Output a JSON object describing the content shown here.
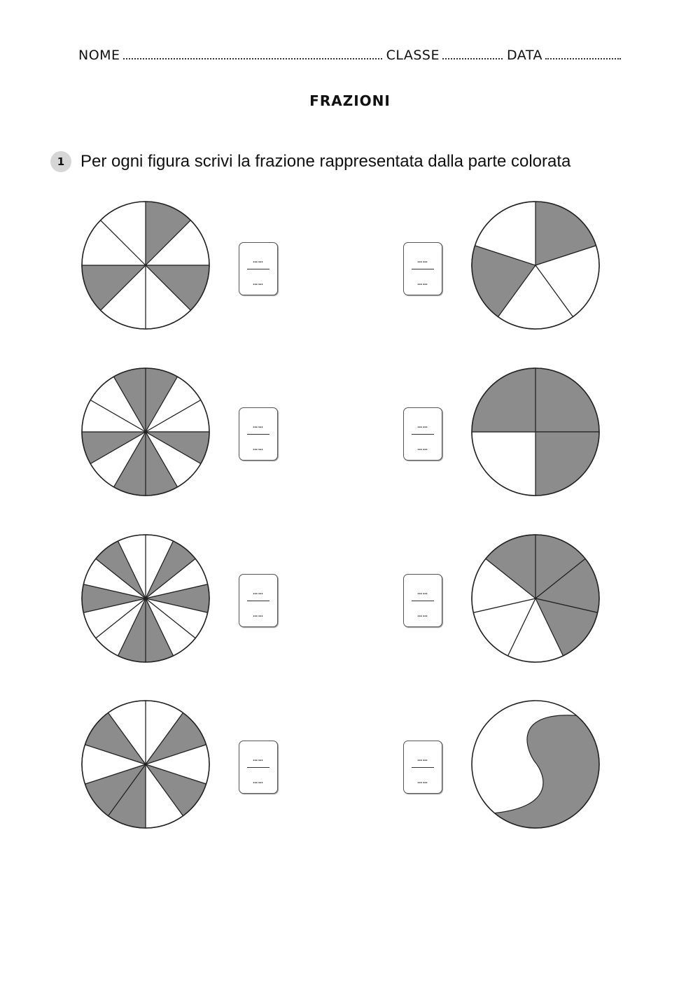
{
  "header": {
    "name_label": "NOME",
    "class_label": "CLASSE",
    "date_label": "DATA"
  },
  "title": "FRAZIONI",
  "exercise": {
    "number": "1",
    "instruction": "Per ogni figura scrivi la frazione rappresentata dalla parte colorata"
  },
  "colors": {
    "shaded": "#8c8c8c",
    "unshaded": "#ffffff",
    "stroke": "#222222"
  },
  "answer_placeholder": {
    "numerator": "……",
    "denominator": "……"
  },
  "figures": [
    {
      "id": "fig-1",
      "total_parts": 8,
      "shaded_parts": [
        0,
        2,
        5
      ],
      "type": "pie"
    },
    {
      "id": "fig-2",
      "total_parts": 5,
      "shaded_parts": [
        0,
        3
      ],
      "type": "pie"
    },
    {
      "id": "fig-3",
      "total_parts": 12,
      "shaded_parts": [
        0,
        3,
        5,
        6,
        8,
        11
      ],
      "type": "pie"
    },
    {
      "id": "fig-4",
      "total_parts": 4,
      "shaded_parts": [
        0,
        1,
        3
      ],
      "type": "pie"
    },
    {
      "id": "fig-5",
      "total_parts": 14,
      "shaded_parts": [
        1,
        3,
        6,
        7,
        10,
        12
      ],
      "type": "pie"
    },
    {
      "id": "fig-6",
      "total_parts": 7,
      "shaded_parts": [
        0,
        1,
        2,
        6
      ],
      "type": "pie"
    },
    {
      "id": "fig-7",
      "total_parts": 10,
      "shaded_parts": [
        1,
        3,
        5,
        6,
        8
      ],
      "type": "pie"
    },
    {
      "id": "fig-8",
      "total_parts": 2,
      "shaded_parts": [
        1
      ],
      "type": "s-curve"
    }
  ]
}
